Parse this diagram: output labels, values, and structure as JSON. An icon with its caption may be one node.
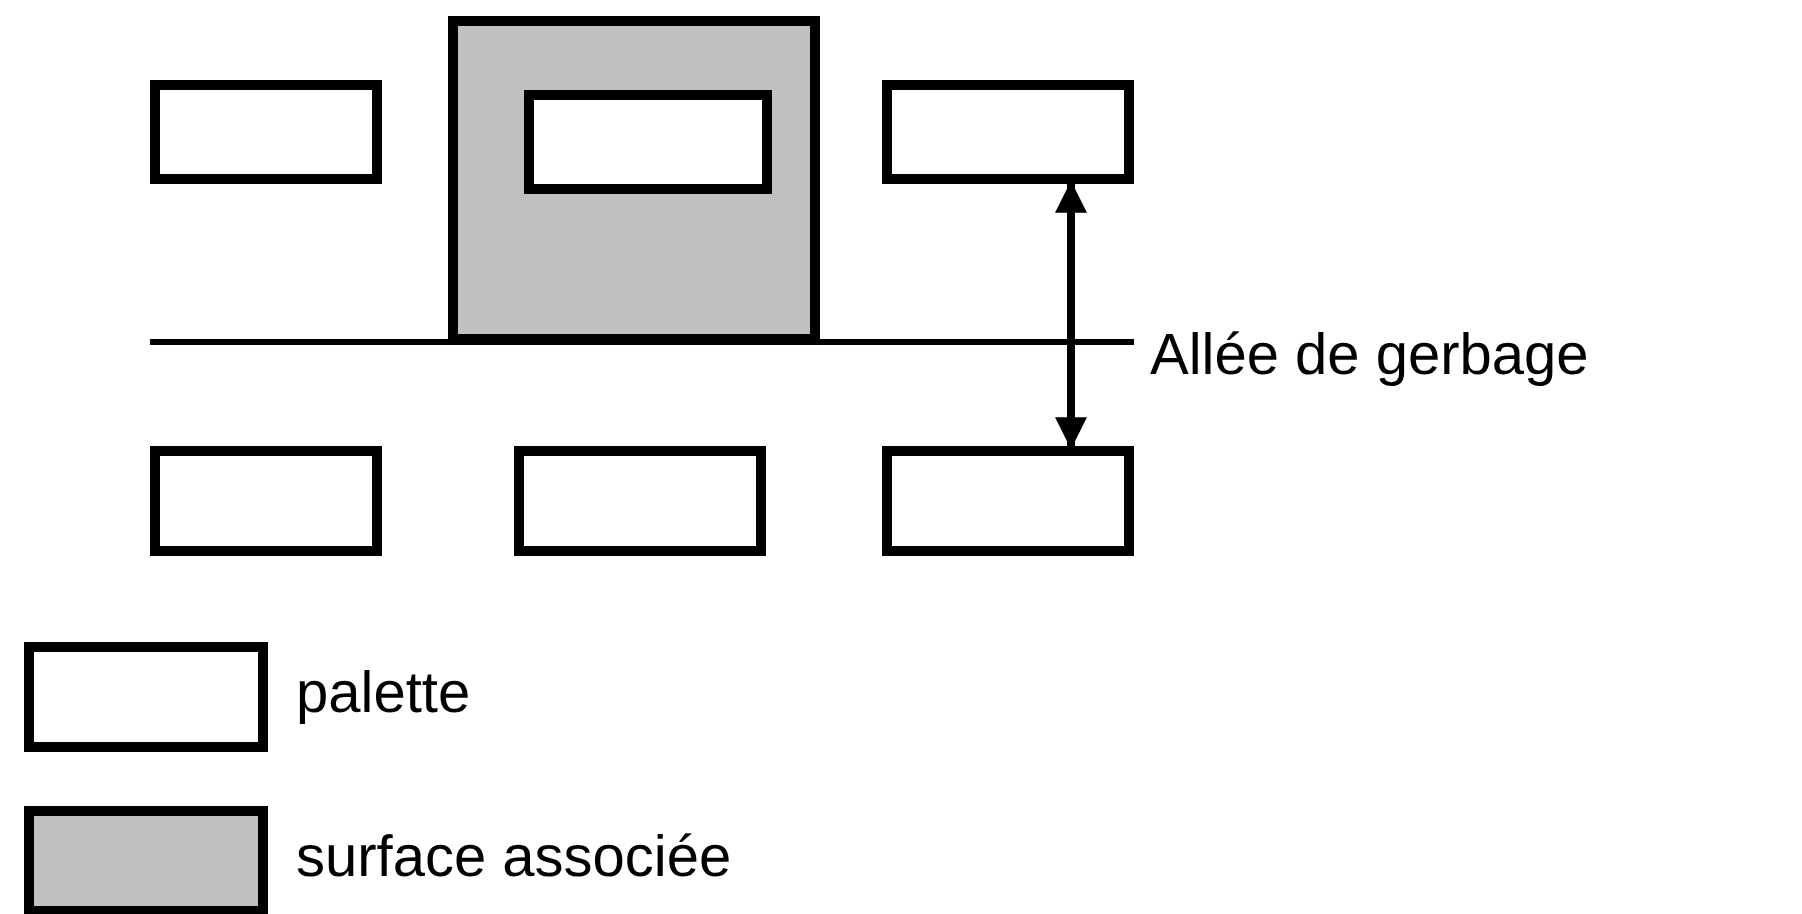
{
  "diagram": {
    "nodes": [
      {
        "text": [],
        "shape": "box"
      },
      {
        "text": [],
        "shape": "box"
      },
      {
        "text": [],
        "shape": "box",
        "in": 1
      },
      {
        "text": [],
        "shape": "box"
      },
      {
        "text": [],
        "shape": "box"
      },
      {
        "text": [],
        "shape": "box"
      },
      {
        "text": [],
        "shape": "box"
      }
    ],
    "edges": [
      {
        "from": 3,
        "to": 6,
        "arrow": "both"
      }
    ],
    "labels": [
      "Allée de gerbage"
    ],
    "legend": [
      {
        "text": "palette",
        "color": "#ffffff"
      },
      {
        "text": "surface associée",
        "color": "#c0c0c0"
      }
    ]
  }
}
